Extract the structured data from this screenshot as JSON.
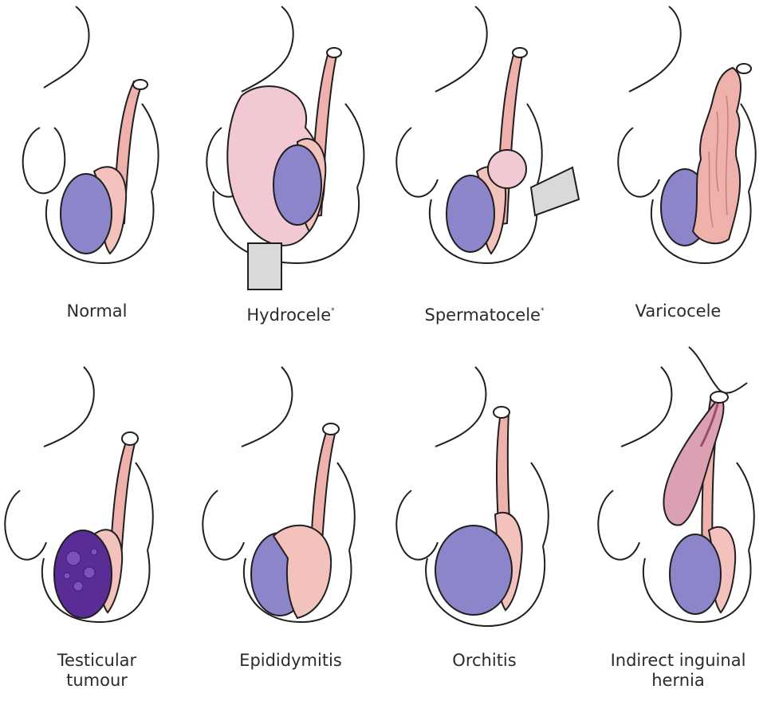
{
  "colors": {
    "testis": "#8c85c9",
    "testis_dark": "#6a3da3",
    "epididymis": "#f3c2bd",
    "cord": "#eeb1ac",
    "fluid": "#f2c9d3",
    "hernia": "#c9889c",
    "tube": "#d9d9d9",
    "outline": "#1f1f1f"
  },
  "panels": [
    {
      "id": "normal",
      "label": "Normal",
      "marker": ""
    },
    {
      "id": "hydrocele",
      "label": "Hydrocele",
      "marker": "*"
    },
    {
      "id": "spermatocele",
      "label": "Spermatocele",
      "marker": "*"
    },
    {
      "id": "varicocele",
      "label": "Varicocele",
      "marker": ""
    },
    {
      "id": "testicular-tumour",
      "label_lines": [
        "Testicular",
        "tumour"
      ]
    },
    {
      "id": "epididymitis",
      "label": "Epididymitis",
      "marker": ""
    },
    {
      "id": "orchitis",
      "label": "Orchitis",
      "marker": ""
    },
    {
      "id": "indirect-inguinal-hernia",
      "label_lines": [
        "Indirect inguinal",
        "hernia"
      ]
    }
  ]
}
